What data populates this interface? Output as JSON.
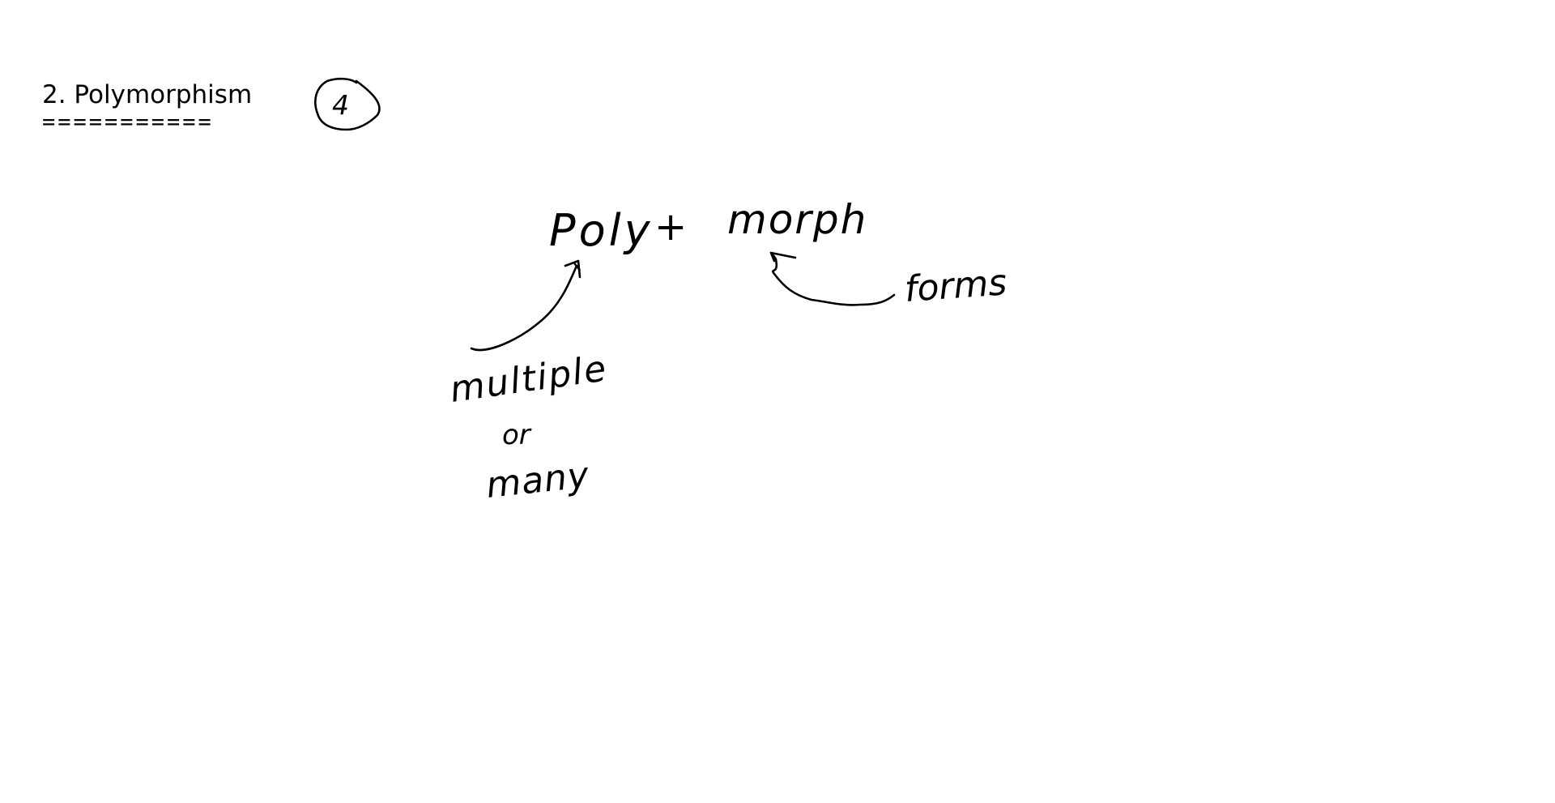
{
  "notes": {
    "heading": "2. Polymorphism",
    "underline": "==========="
  },
  "handwriting": {
    "section_badge": "4",
    "word_poly": "Poly",
    "plus_sign": "+",
    "word_morph": "morph",
    "poly_meaning_line1": "multiple",
    "poly_meaning_line2": "or",
    "poly_meaning_line3": "many",
    "morph_meaning": "forms"
  },
  "colors": {
    "ink": "#000000",
    "background": "#ffffff"
  }
}
